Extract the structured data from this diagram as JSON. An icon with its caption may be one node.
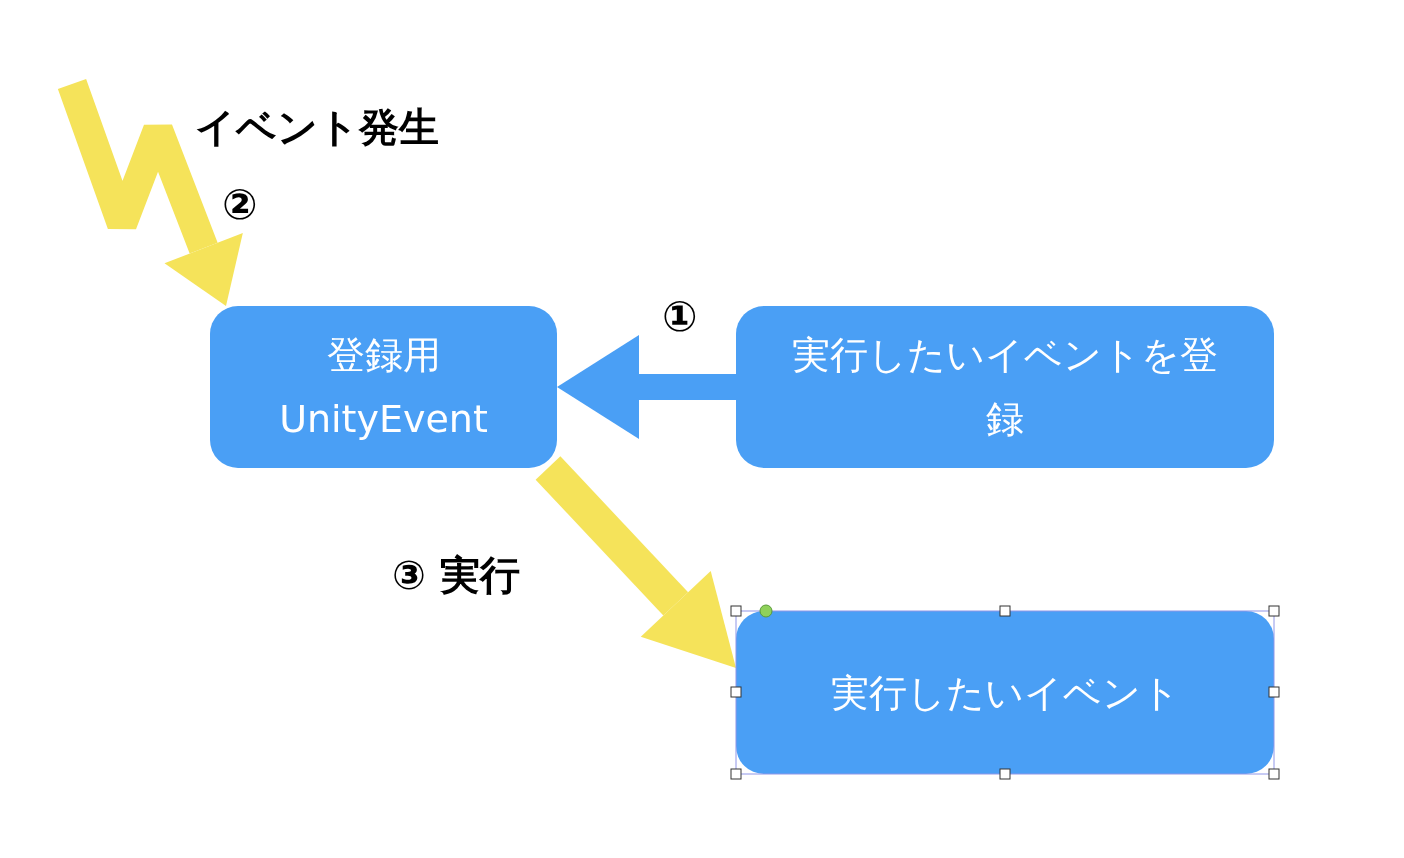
{
  "diagram": {
    "nodes": [
      {
        "text": [
          "登録用UnityEvent"
        ]
      },
      {
        "text": [
          "実行したいイベントを登録"
        ]
      },
      {
        "text": [
          "実行したいイベント"
        ]
      }
    ],
    "edges": [
      {
        "from": 1,
        "to": 0,
        "arrow": "to",
        "label": "①",
        "color": "#4a9ff5"
      },
      {
        "from": null,
        "to": 0,
        "arrow": "to",
        "label": "②"
      },
      {
        "from": 0,
        "to": 2,
        "arrow": "to",
        "label": "③ 実行"
      }
    ],
    "labels": [
      "イベント発生"
    ]
  }
}
